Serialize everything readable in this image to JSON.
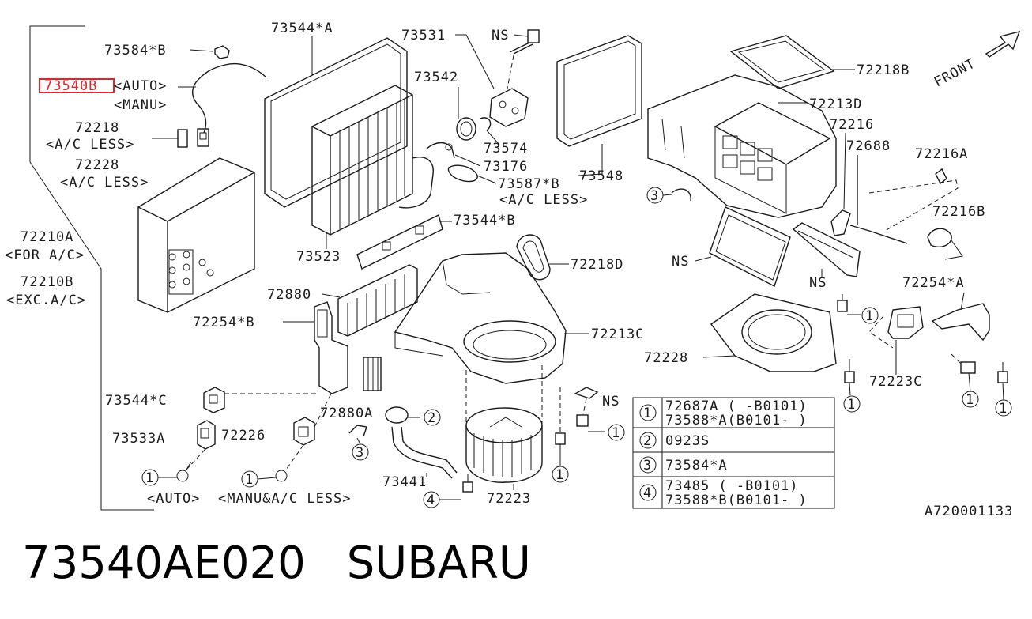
{
  "diagram": {
    "highlighted_part": "73540B",
    "labels": {
      "l73544A": "73544*A",
      "l73584B": "73584*B",
      "l73540B": "73540B",
      "auto1": "<AUTO>",
      "manu1": "<MANU>",
      "l72218": "72218",
      "acless1": "<A/C LESS>",
      "l72228a": "72228",
      "acless2": "<A/C LESS>",
      "l72210A": "72210A",
      "forac": "<FOR A/C>",
      "l72210B": "72210B",
      "excac": "<EXC.A/C>",
      "l73531": "73531",
      "ns1": "NS",
      "l73542": "73542",
      "l73574": "73574",
      "l73176": "73176",
      "l73587A": "73587*B",
      "acless3": "<A/C LESS>",
      "l73548": "73548",
      "l73523": "73523",
      "l73544B": "73544*B",
      "l72218D": "72218D",
      "l72880": "72880",
      "l72254B": "72254*B",
      "l72213C": "72213C",
      "l72218B": "72218B",
      "l72213D": "72213D",
      "l72216": "72216",
      "l72688": "72688",
      "l72216A": "72216A",
      "l72216B": "72216B",
      "front": "FRONT",
      "ns2": "NS",
      "ns3": "NS",
      "l72254A": "72254*A",
      "l72228b": "72228",
      "l72223C": "72223C",
      "l73544C": "73544*C",
      "l73533A": "73533A",
      "l72226": "72226",
      "l72880A": "72880A",
      "ns4": "NS",
      "l73441": "73441",
      "l72223": "72223",
      "auto2": "<AUTO>",
      "manuacless": "<MANU&A/C LESS>",
      "refcode": "A720001133"
    },
    "callouts": [
      "1",
      "2",
      "3",
      "4"
    ],
    "legend": [
      {
        "num": "1",
        "line1": "72687A  ( -B0101)",
        "line2": "73588*A(B0101-  )"
      },
      {
        "num": "2",
        "line1": "0923S",
        "line2": ""
      },
      {
        "num": "3",
        "line1": "73584*A",
        "line2": ""
      },
      {
        "num": "4",
        "line1": "73485   ( -B0101)",
        "line2": "73588*B(B0101-  )"
      }
    ]
  },
  "footer": {
    "part_number": "73540AE020",
    "brand": "SUBARU"
  }
}
